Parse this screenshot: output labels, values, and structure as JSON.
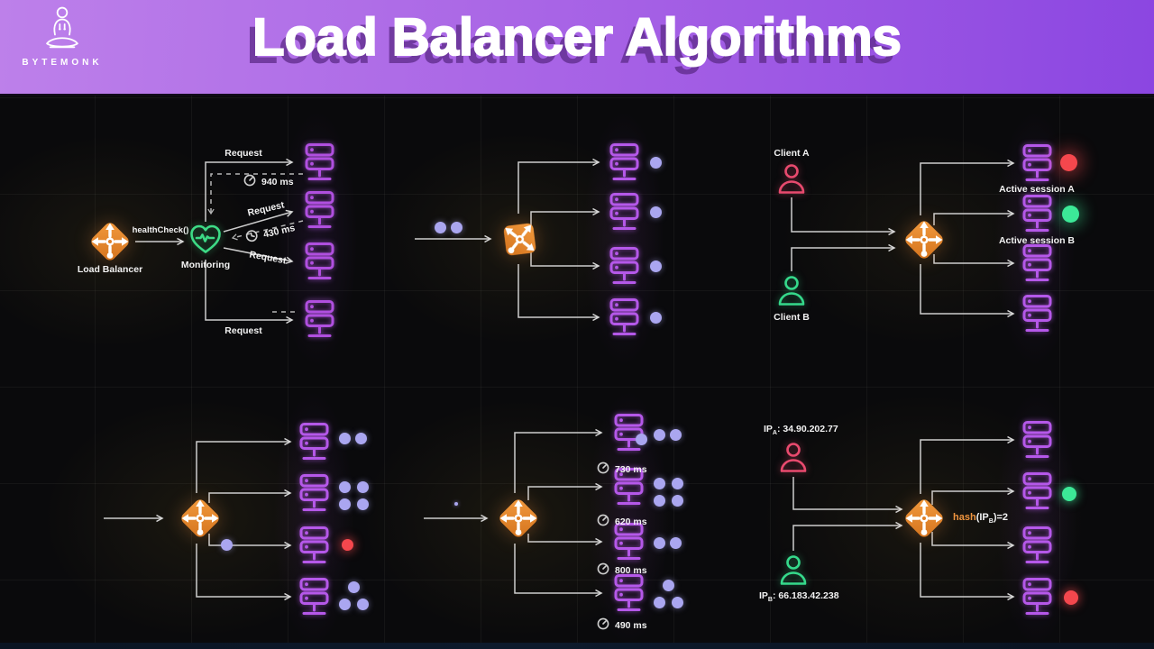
{
  "header": {
    "brand": "BYTEMONK",
    "title": "Load Balancer Algorithms"
  },
  "colors": {
    "header_gradient_from": "#bd80ea",
    "header_gradient_to": "#8b46e1",
    "accent_orange": "#e8873a",
    "server_purple": "#b558e9",
    "dot_lavender": "#aaa6f0",
    "dot_red": "#f4474d",
    "dot_green": "#3ce897",
    "client_a_red": "#e84a6e",
    "client_b_green": "#35d98b",
    "heart_green": "#3ddb86",
    "wire_gray": "#cdcdcd"
  },
  "panels": {
    "health_check": {
      "lb_label": "Load Balancer",
      "edge_label": "healthCheck()",
      "monitor_label": "Monitoring",
      "request_label": "Request",
      "timer_top": "940 ms",
      "timer_mid": "430 ms"
    },
    "round_robin": {
      "incoming_dots": [
        "lav",
        "lav"
      ],
      "servers": [
        {
          "dots": [
            "lav"
          ]
        },
        {
          "dots": [
            "lav"
          ]
        },
        {
          "dots": [
            "lav"
          ]
        },
        {
          "dots": [
            "lav"
          ]
        }
      ]
    },
    "sticky_sessions": {
      "client_a": "Client A",
      "client_b": "Client B",
      "session_a": "Active session A",
      "session_b": "Active session B",
      "servers": [
        {
          "dots": [
            "red"
          ]
        },
        {
          "dots": [
            "green"
          ]
        },
        {
          "dots": []
        },
        {
          "dots": []
        }
      ]
    },
    "least_connections": {
      "inflight_dots": [
        "lav"
      ],
      "servers": [
        {
          "dots": [
            "lav",
            "lav"
          ]
        },
        {
          "dots": [
            "lav",
            "lav",
            "lav",
            "lav"
          ]
        },
        {
          "dots": [
            "red"
          ]
        },
        {
          "dots": [
            "lav",
            "lav",
            "lav"
          ]
        }
      ]
    },
    "least_response_time": {
      "incoming_dots": [
        "sm"
      ],
      "overlap_dots": [
        "lav"
      ],
      "servers": [
        {
          "time": "730 ms",
          "dots": [
            "lav",
            "lav"
          ]
        },
        {
          "time": "620 ms",
          "dots": [
            "lav",
            "lav",
            "lav",
            "lav"
          ]
        },
        {
          "time": "800 ms",
          "dots": [
            "lav",
            "lav"
          ]
        },
        {
          "time": "490 ms",
          "dots": [
            "lav",
            "lav",
            "lav"
          ]
        }
      ]
    },
    "ip_hash": {
      "ip_a_pre": "IP",
      "ip_a_sub": "A",
      "ip_a_rest": ": 34.90.202.77",
      "ip_b_pre": "IP",
      "ip_b_sub": "B",
      "ip_b_rest": ": 66.183.42.238",
      "hash_fn": "hash",
      "hash_open": "(IP",
      "hash_sub": "B",
      "hash_close": ")=2",
      "servers": [
        {
          "dots": []
        },
        {
          "dots": [
            "green"
          ]
        },
        {
          "dots": []
        },
        {
          "dots": [
            "red"
          ]
        }
      ]
    }
  }
}
